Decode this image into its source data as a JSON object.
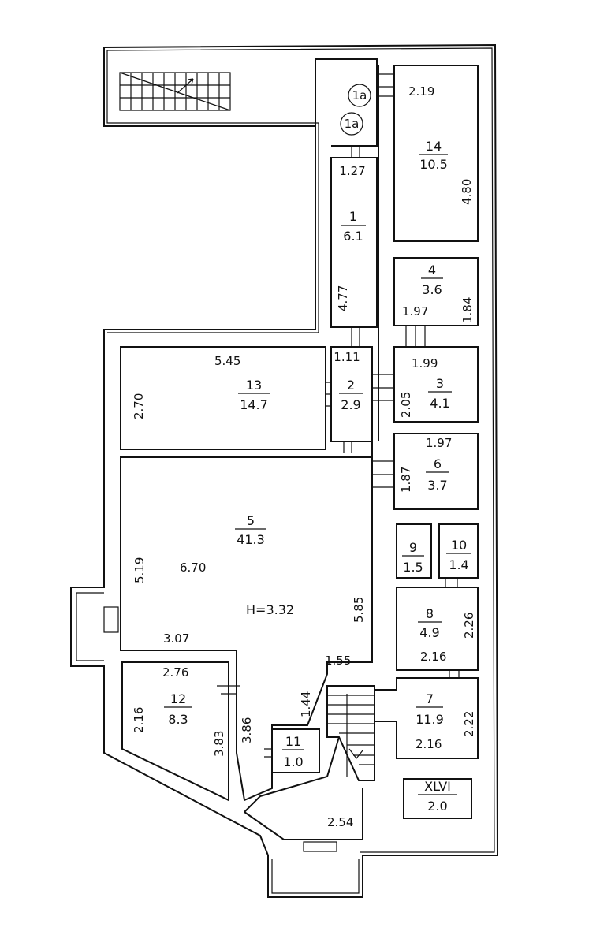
{
  "plan": {
    "rooms": [
      {
        "id": "1",
        "area": "6.1",
        "dims": [
          "1.27",
          "4.77",
          "1.11"
        ]
      },
      {
        "id": "2",
        "area": "2.9",
        "dims": [
          "2.05"
        ]
      },
      {
        "id": "3",
        "area": "4.1",
        "dims": [
          "1.99"
        ]
      },
      {
        "id": "4",
        "area": "3.6",
        "dims": [
          "1.97",
          "1.84"
        ]
      },
      {
        "id": "5",
        "area": "41.3",
        "dims": [
          "5.19",
          "6.70",
          "5.85",
          "3.07",
          "1.55",
          "1.44"
        ],
        "height": "H=3.32"
      },
      {
        "id": "6",
        "area": "3.7",
        "dims": [
          "1.97",
          "1.87"
        ]
      },
      {
        "id": "7",
        "area": "11.9",
        "dims": [
          "2.22",
          "2.16"
        ]
      },
      {
        "id": "8",
        "area": "4.9",
        "dims": [
          "2.26",
          "2.16"
        ]
      },
      {
        "id": "9",
        "area": "1.5"
      },
      {
        "id": "10",
        "area": "1.4"
      },
      {
        "id": "11",
        "area": "1.0"
      },
      {
        "id": "12",
        "area": "8.3",
        "dims": [
          "2.76",
          "2.16",
          "3.83",
          "3.86"
        ]
      },
      {
        "id": "13",
        "area": "14.7",
        "dims": [
          "5.45",
          "2.70"
        ]
      },
      {
        "id": "14",
        "area": "10.5",
        "dims": [
          "2.19",
          "4.80"
        ]
      }
    ],
    "markers": [
      "1a",
      "1a"
    ],
    "stair_dim": "2.54",
    "section": {
      "id": "XLVI",
      "area": "2.0"
    }
  }
}
